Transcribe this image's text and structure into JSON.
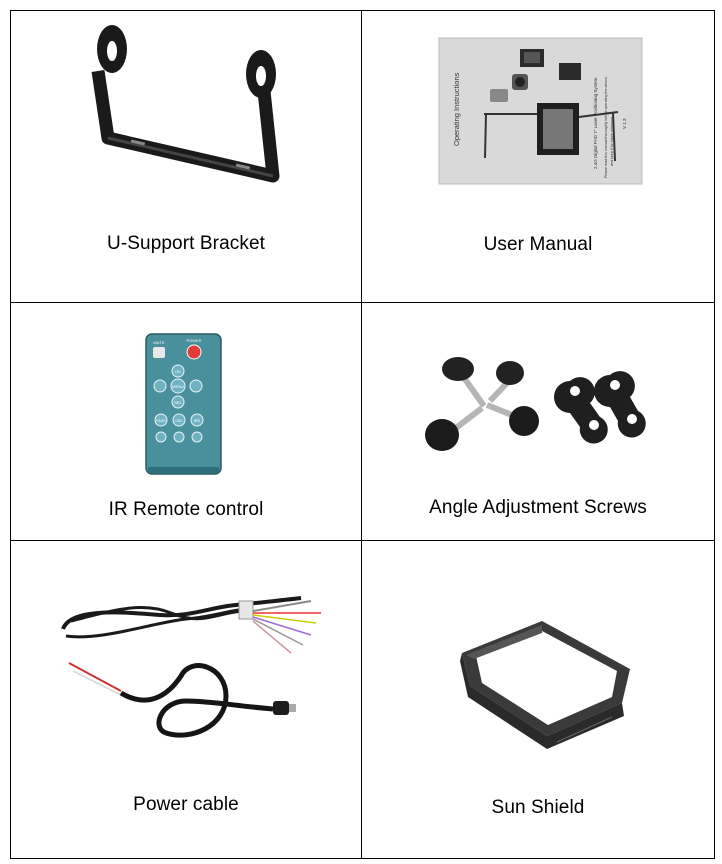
{
  "items": [
    {
      "label": "U-Support Bracket",
      "icon": "u-support-bracket-icon"
    },
    {
      "label": "User Manual",
      "icon": "user-manual-icon"
    },
    {
      "label": "IR Remote control",
      "icon": "ir-remote-icon"
    },
    {
      "label": "Angle Adjustment Screws",
      "icon": "angle-screws-icon"
    },
    {
      "label": "Power cable",
      "icon": "power-cable-icon"
    },
    {
      "label": "Sun Shield",
      "icon": "sun-shield-icon"
    }
  ],
  "manual": {
    "title": "Operating Instructions",
    "subtitle": "2.4G Digital FHD 7\" Laser Positioning System",
    "note_1": "Please read this manual thoroughly before operating the device,",
    "note_2": "and keep it for future reference.",
    "version": "V 1.3"
  },
  "remote": {
    "mute": "MUTE",
    "power": "POWER",
    "ok": "OK",
    "menu": "MENU",
    "sel": "SEL",
    "rows": [
      "PAGE",
      "OSD",
      "BRI"
    ]
  }
}
